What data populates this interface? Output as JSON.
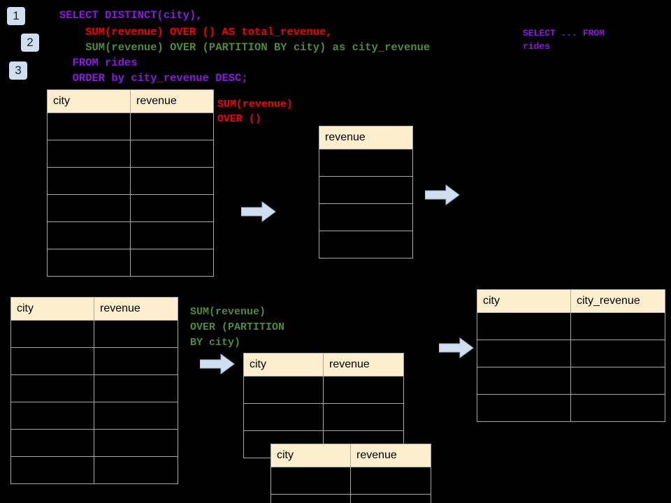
{
  "theme": {
    "background": "#000000",
    "header_fill": "#fdeecd",
    "cell_fill": "#000000",
    "grid_line": "#a8a8a8",
    "badge_fill": "#cfdff0",
    "arrow_fill": "#cfdff0",
    "arrow_stroke": "#9ab4d0",
    "keyword_purple": "#8a19e0",
    "accent_red": "#f20000",
    "accent_green": "#4f8b3b"
  },
  "badges": [
    {
      "label": "1"
    },
    {
      "label": "2"
    },
    {
      "label": "3"
    }
  ],
  "sql": {
    "line1": "SELECT DISTINCT(city),",
    "line2": "    SUM(revenue) OVER () AS total_revenue,",
    "line3": "    SUM(revenue) OVER (PARTITION BY city) as city_revenue",
    "line4": "  FROM rides",
    "line5": "  ORDER by city_revenue DESC;"
  },
  "annotations": {
    "source_note": "SELECT ... FROM\nrides",
    "total_note": "SUM(revenue)\nOVER ()",
    "partition_note": "SUM(revenue)\nOVER (PARTITION\nBY city)"
  },
  "tables": {
    "source": {
      "name": "source-table",
      "headers": [
        "city",
        "revenue"
      ],
      "body_rows": 6
    },
    "total_revenue": {
      "name": "total-revenue-table",
      "headers": [
        "revenue"
      ],
      "body_rows": 4
    },
    "partition_source": {
      "name": "partition-source-table",
      "headers": [
        "city",
        "revenue"
      ],
      "body_rows": 6
    },
    "partition_mid": {
      "name": "partition-group-table",
      "headers": [
        "city",
        "revenue"
      ],
      "body_rows": 3
    },
    "partition_front": {
      "name": "partition-group-table-front",
      "headers": [
        "city",
        "revenue"
      ],
      "body_rows": 2
    },
    "result": {
      "name": "result-table",
      "headers": [
        "city",
        "city_revenue"
      ],
      "body_rows": 4
    }
  },
  "arrows": [
    {
      "name": "arrow-source-to-total"
    },
    {
      "name": "arrow-total-to-result"
    },
    {
      "name": "arrow-partition-source-to-group"
    },
    {
      "name": "arrow-group-to-result"
    }
  ]
}
